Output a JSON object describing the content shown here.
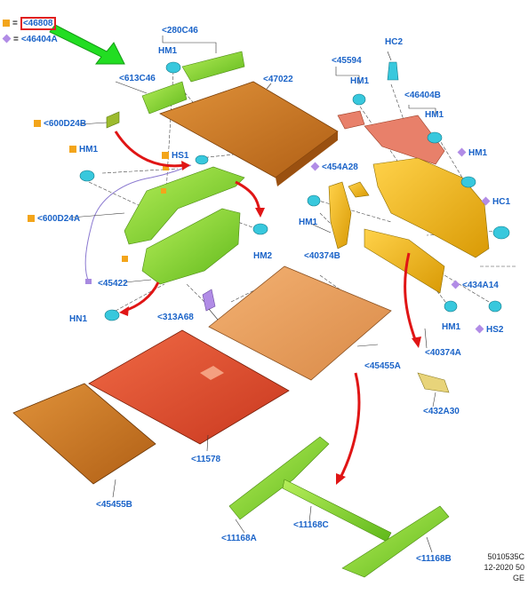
{
  "legend": {
    "square_part": "<46808",
    "diamond_part": "<46404A",
    "equals": "="
  },
  "labels": {
    "c280C46": "<280C46",
    "c613C46": "<613C46",
    "c47022": "<47022",
    "c600D24B": "<600D24B",
    "c600D24A": "<600D24A",
    "c45422": "<45422",
    "c313A68": "<313A68",
    "c11578": "<11578",
    "c45455B": "<45455B",
    "c45455A": "<45455A",
    "c11168A": "<11168A",
    "c11168C": "<11168C",
    "c11168B": "<11168B",
    "c45594": "<45594",
    "c46404B": "<46404B",
    "c454A28": "<454A28",
    "c40374B": "<40374B",
    "c434A14": "<434A14",
    "c40374A": "<40374A",
    "c432A30": "<432A30",
    "hm1_a": "HM1",
    "hm1_b": "HM1",
    "hm1_c": "HM1",
    "hm1_d": "HM1",
    "hm1_e": "HM1",
    "hm1_f": "HM1",
    "hm1_g": "HM1",
    "hm2": "HM2",
    "hs1": "HS1",
    "hs2": "HS2",
    "hn1": "HN1",
    "hc1": "HC1",
    "hc2": "HC2"
  },
  "footer": {
    "line1": "5010535C",
    "line2": "12-2020 50",
    "line3": "GE"
  },
  "colors": {
    "label_blue": "#1a63c8",
    "square_orange": "#f3a51b",
    "diamond_purple": "#b18ce6",
    "arrow_green": "#22dd22",
    "arrow_red": "#e01515",
    "green_part": "#7fd12a",
    "cover_brown": "#c8731f",
    "yellow_part": "#f0b40f",
    "pink_part": "#e8806a",
    "clip_cyan": "#38c8dd"
  }
}
